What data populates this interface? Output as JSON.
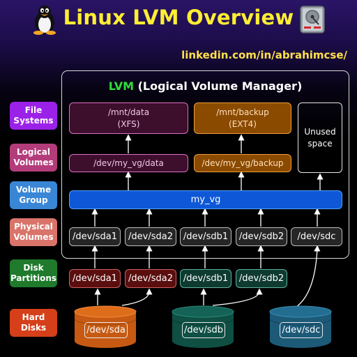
{
  "header": {
    "title": "Linux LVM Overview",
    "handle": "linkedin.com/in/abrahimcse/"
  },
  "panel": {
    "title_hl": "LVM",
    "title_rest": " (Logical Volume Manager)"
  },
  "labels": {
    "file_systems": "File Systems",
    "logical_volumes": "Logical Volumes",
    "volume_group": "Volume Group",
    "physical_volumes": "Physical Volumes",
    "disk_partitions": "Disk Partitions",
    "hard_disks": "Hard Disks"
  },
  "file_systems": {
    "data_path": "/mnt/data",
    "data_type": "(XFS)",
    "backup_path": "/mnt/backup",
    "backup_type": "(EXT4)",
    "unused": "Unused space"
  },
  "logical_volumes": {
    "data": "/dev/my_vg/data",
    "backup": "/dev/my_vg/backup"
  },
  "volume_group": {
    "name": "my_vg"
  },
  "physical_volumes": [
    "/dev/sda1",
    "/dev/sda2",
    "/dev/sdb1",
    "/dev/sdb2",
    "/dev/sdc"
  ],
  "partitions": [
    "/dev/sda1",
    "/dev/sda2",
    "/dev/sdb1",
    "/dev/sdb2"
  ],
  "disks": [
    "/dev/sda",
    "/dev/sdb",
    "/dev/sdc"
  ],
  "colors": {
    "title": "#ffee33",
    "lvm_highlight": "#2ee03a",
    "label_fs": "#9b21e8",
    "label_lv": "#b33c7a",
    "label_vg": "#3a86d6",
    "label_pv": "#d9746a",
    "label_dp": "#1f7a2c",
    "label_hd": "#d5401a",
    "disk_sda": "#c75a12",
    "disk_sdb": "#0f4f44",
    "disk_sdc": "#1c5a78"
  }
}
